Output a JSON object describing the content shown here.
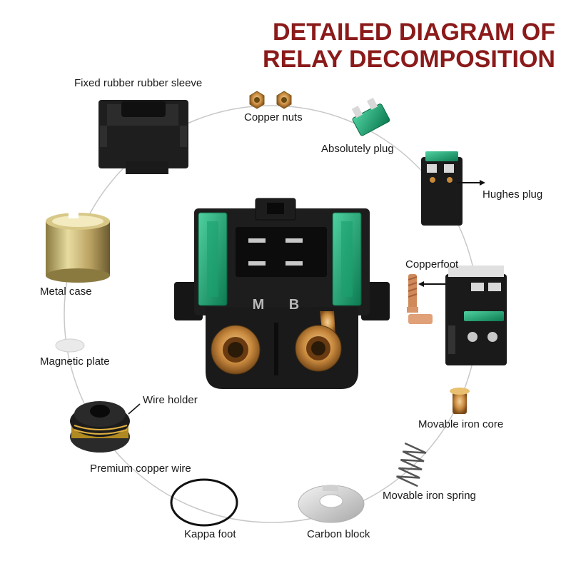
{
  "title": {
    "line1": "DETAILED DIAGRAM OF",
    "line2": "RELAY DECOMPOSITION"
  },
  "center_relay": {
    "mark_left": "M",
    "mark_right": "B"
  },
  "parts": {
    "rubber_sleeve": "Fixed rubber rubber sleeve",
    "copper_nuts": "Copper nuts",
    "absolutely_plug": "Absolutely plug",
    "hughes_plug": "Hughes plug",
    "copperfoot": "Copperfoot",
    "metal_case": "Metal case",
    "magnetic_plate": "Magnetic plate",
    "wire_holder": "Wire holder",
    "premium_copper_wire": "Premium copper wire",
    "movable_iron_core": "Movable iron core",
    "movable_iron_spring": "Movable iron spring",
    "kappa_foot": "Kappa foot",
    "carbon_block": "Carbon block"
  },
  "colors": {
    "title": "#8b1a1a",
    "ring": "#c8c8c8",
    "fuse_green": "#1e9e6e",
    "brass": "#c8883a",
    "body": "#1a1a1a"
  }
}
